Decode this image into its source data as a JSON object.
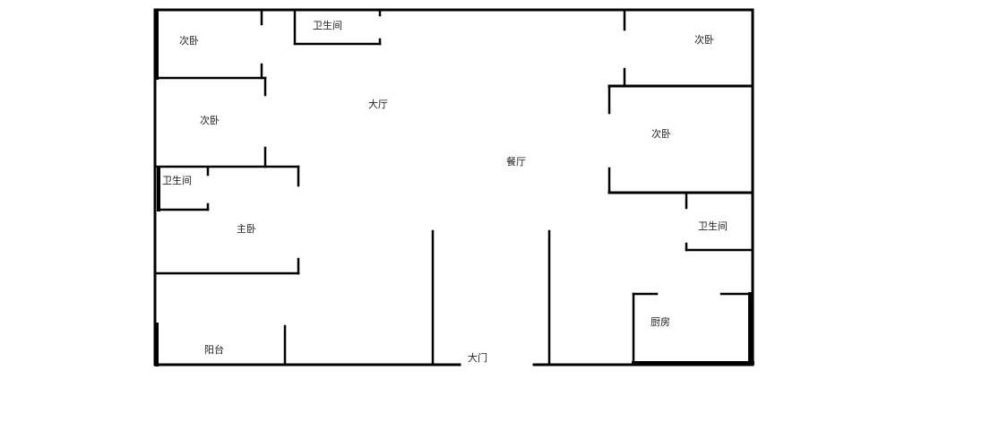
{
  "floorplan": {
    "rooms": {
      "bedroom_top_left": "次卧",
      "bathroom_top": "卫生间",
      "bedroom_mid_left": "次卧",
      "bathroom_left": "卫生间",
      "master_bedroom": "主卧",
      "balcony": "阳台",
      "living_room": "大厅",
      "dining_room": "餐厅",
      "bedroom_top_right": "次卧",
      "bedroom_mid_right": "次卧",
      "bathroom_right": "卫生间",
      "kitchen": "厨房",
      "entrance": "大门"
    },
    "wall_color": "#000000",
    "background_color": "#ffffff"
  }
}
